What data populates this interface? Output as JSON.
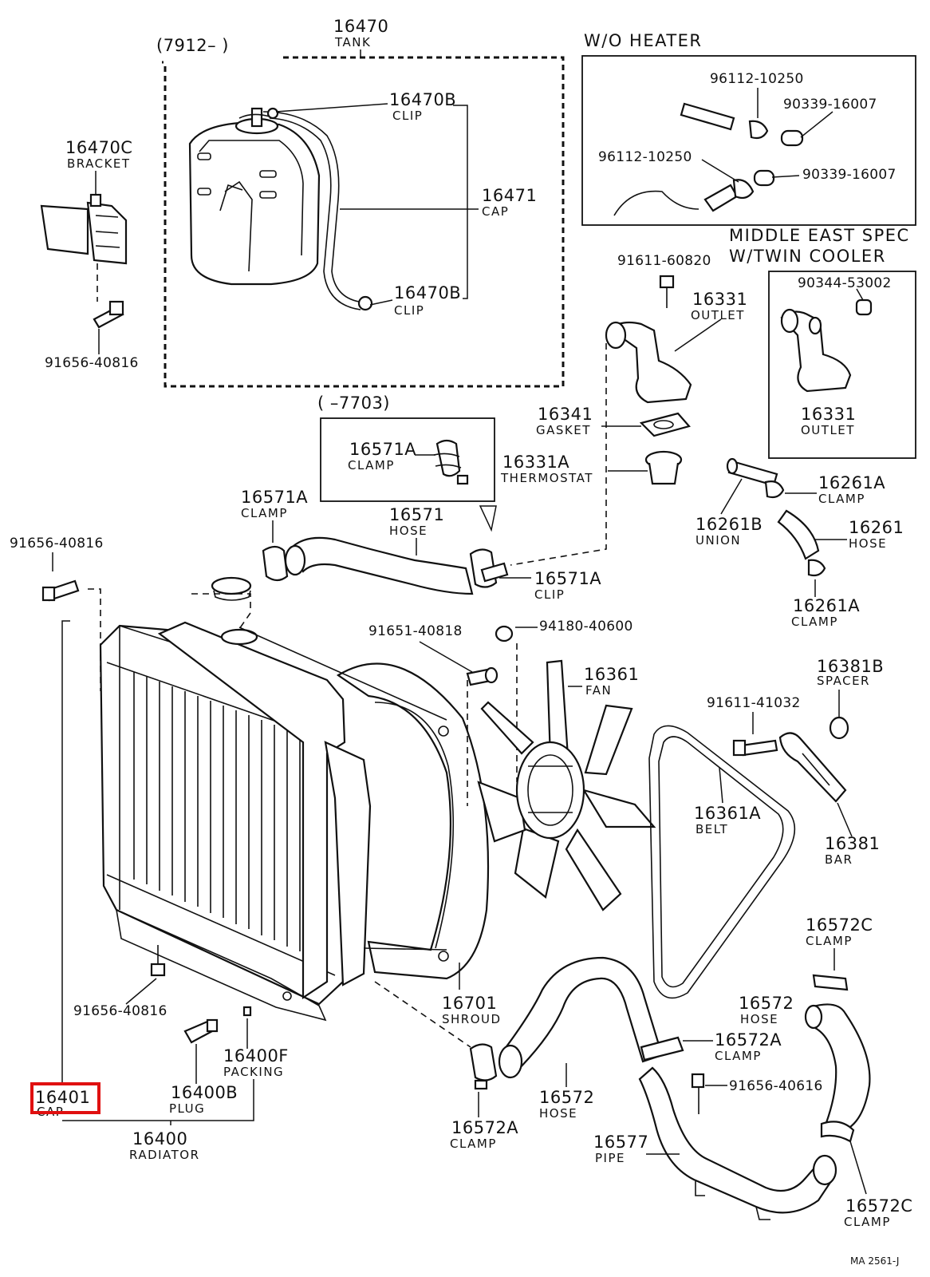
{
  "labels": {
    "tank_range": "(7912–        )",
    "tank_num": "16470",
    "tank_lbl": "TANK",
    "clip_top_num": "16470B",
    "clip_top_lbl": "CLIP",
    "cap_tank_num": "16471",
    "cap_tank_lbl": "CAP",
    "clip_bot_num": "16470B",
    "clip_bot_lbl": "CLIP",
    "bracket_num": "16470C",
    "bracket_lbl": "BRACKET",
    "bolt_bracket": "91656-40816",
    "wo_heater": "W/O HEATER",
    "wh_pn1": "96112-10250",
    "wh_pn2": "90339-16007",
    "wh_pn3": "96112-10250",
    "wh_pn4": "90339-16007",
    "middle_east_line1": "MIDDLE EAST SPEC",
    "middle_east_line2": "W/TWIN COOLER",
    "me_pn": "90344-53002",
    "me_outlet_num": "16331",
    "me_outlet_lbl": "OUTLET",
    "bolt_outlet": "91611-60820",
    "outlet_num": "16331",
    "outlet_lbl": "OUTLET",
    "gasket_num": "16341",
    "gasket_lbl": "GASKET",
    "thermo_num": "16331A",
    "thermo_lbl": "THERMOSTAT",
    "clamp_range": "(        –7703)",
    "clamp_box_num": "16571A",
    "clamp_box_lbl": "CLAMP",
    "clamp_left_num": "16571A",
    "clamp_left_lbl": "CLAMP",
    "hose_upper_num": "16571",
    "hose_upper_lbl": "HOSE",
    "clip_upper_num": "16571A",
    "clip_upper_lbl": "CLIP",
    "union_num": "16261B",
    "union_lbl": "UNION",
    "clamp_261a_num": "16261A",
    "clamp_261a_lbl": "CLAMP",
    "hose_261_num": "16261",
    "hose_261_lbl": "HOSE",
    "clamp_261a2_num": "16261A",
    "clamp_261a2_lbl": "CLAMP",
    "bolt_top_left": "91656-40816",
    "bolt_shroud": "91651-40818",
    "nut_fan": "94180-40600",
    "fan_num": "16361",
    "fan_lbl": "FAN",
    "spacer_num": "16381B",
    "spacer_lbl": "SPACER",
    "bolt_bar": "91611-41032",
    "belt_num": "16361A",
    "belt_lbl": "BELT",
    "bar_num": "16381",
    "bar_lbl": "BAR",
    "clamp_572c_top_num": "16572C",
    "clamp_572c_top_lbl": "CLAMP",
    "hose_572_right_num": "16572",
    "hose_572_right_lbl": "HOSE",
    "clamp_572a_num": "16572A",
    "clamp_572a_lbl": "CLAMP",
    "bolt_pipe": "91656-40616",
    "shroud_num": "16701",
    "shroud_lbl": "SHROUD",
    "bolt_bottom": "91656-40816",
    "packing_num": "16400F",
    "packing_lbl": "PACKING",
    "cap_num": "16401",
    "cap_lbl": "CAP",
    "plug_num": "16400B",
    "plug_lbl": "PLUG",
    "radiator_num": "16400",
    "radiator_lbl": "RADIATOR",
    "clamp_572a_bot_num": "16572A",
    "clamp_572a_bot_lbl": "CLAMP",
    "hose_572_num": "16572",
    "hose_572_lbl": "HOSE",
    "pipe_num": "16577",
    "pipe_lbl": "PIPE",
    "clamp_572c_bot_num": "16572C",
    "clamp_572c_bot_lbl": "CLAMP",
    "footer_code": "MA 2561-J"
  },
  "highlight": {
    "part_number": "16401",
    "color": "#e01010"
  }
}
